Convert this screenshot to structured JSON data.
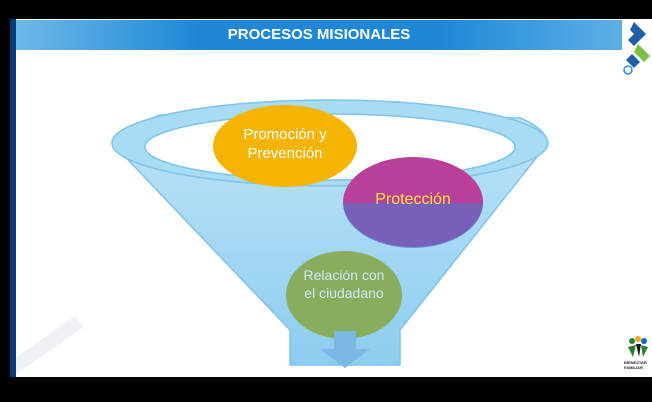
{
  "slide": {
    "title": "PROCESOS MISIONALES"
  },
  "diagram": {
    "nodes": [
      {
        "id": "promocion",
        "label": "Promoción y Prevención",
        "fill": "#f5b400",
        "text_color": "#ffffff"
      },
      {
        "id": "proteccion",
        "label": "Protección",
        "fill": "#b8409a",
        "text_color": "#ffe63a"
      },
      {
        "id": "relacion",
        "label": "Relación con el ciudadano",
        "fill": "#88ad5c",
        "text_color": "#cfe9ff"
      }
    ],
    "funnel_color": "#9fd6f2",
    "funnel_outline": "#7fc4ea",
    "arrow_color": "#7ab9e4"
  },
  "logos": {
    "bottom_text": "BIENESTAR FAMILIAR",
    "icon_top": "icbf-diamond-logo-icon",
    "icon_bottom": "icbf-family-logo-icon"
  }
}
